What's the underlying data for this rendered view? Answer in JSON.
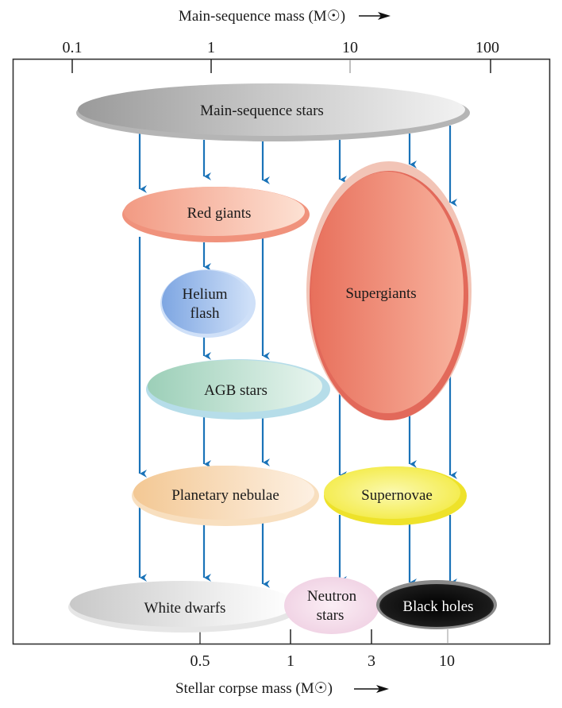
{
  "top_axis": {
    "title": "Main-sequence mass (M☉)",
    "arrow": "right-arrow-icon",
    "ticks": [
      {
        "label": "0.1",
        "value": 0.1
      },
      {
        "label": "1",
        "value": 1
      },
      {
        "label": "10",
        "value": 10
      },
      {
        "label": "100",
        "value": 100
      }
    ]
  },
  "bottom_axis": {
    "title": "Stellar corpse mass (M☉)",
    "arrow": "right-arrow-icon",
    "ticks": [
      {
        "label": "0.5",
        "value": 0.5
      },
      {
        "label": "1",
        "value": 1
      },
      {
        "label": "3",
        "value": 3
      },
      {
        "label": "10",
        "value": 10
      }
    ]
  },
  "nodes": {
    "main_sequence": {
      "label": "Main-sequence stars"
    },
    "red_giants": {
      "label": "Red giants"
    },
    "helium_flash": {
      "label_line1": "Helium",
      "label_line2": "flash"
    },
    "agb": {
      "label": "AGB stars"
    },
    "supergiants": {
      "label": "Supergiants"
    },
    "planetary_nebulae": {
      "label": "Planetary nebulae"
    },
    "supernovae": {
      "label": "Supernovae"
    },
    "white_dwarfs": {
      "label": "White dwarfs"
    },
    "neutron_stars": {
      "label_line1": "Neutron",
      "label_line2": "stars"
    },
    "black_holes": {
      "label": "Black holes"
    }
  },
  "edges": [
    {
      "from": "Main-sequence stars",
      "to": "Red giants"
    },
    {
      "from": "Main-sequence stars",
      "to": "Supergiants"
    },
    {
      "from": "Red giants",
      "to": "Helium flash"
    },
    {
      "from": "Red giants",
      "to": "AGB stars"
    },
    {
      "from": "Red giants",
      "to": "Planetary nebulae"
    },
    {
      "from": "Helium flash",
      "to": "AGB stars"
    },
    {
      "from": "AGB stars",
      "to": "Planetary nebulae"
    },
    {
      "from": "Supergiants",
      "to": "Supernovae"
    },
    {
      "from": "Planetary nebulae",
      "to": "White dwarfs"
    },
    {
      "from": "Supernovae",
      "to": "Neutron stars"
    },
    {
      "from": "Supernovae",
      "to": "Black holes"
    }
  ],
  "colors": {
    "arrow": "#1a73b8",
    "main_sequence": "#b8b8b8",
    "red_giants": "#f4a88f",
    "helium_flash": "#8fb3e8",
    "agb": "#a9d7c6",
    "supergiants": "#ec7a66",
    "planetary_nebulae": "#f6d2a5",
    "supernovae": "#f4ee55",
    "white_dwarfs": "#dcdcdc",
    "neutron_stars": "#f3dbe9",
    "black_holes": "#111111"
  }
}
